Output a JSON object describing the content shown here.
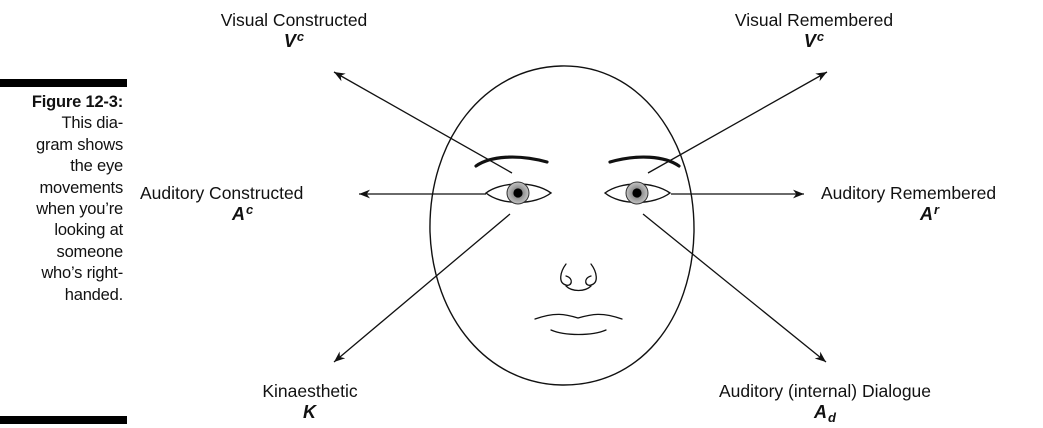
{
  "caption": {
    "title": "Figure 12-3:",
    "lines": [
      "This dia-",
      "gram shows",
      "the eye",
      "movements",
      "when you’re",
      "looking at",
      "someone",
      "who’s right-",
      "handed."
    ]
  },
  "labels": {
    "visual_constructed": {
      "name": "Visual Constructed",
      "symbol": "V",
      "modifier": "c",
      "modifier_type": "sup"
    },
    "visual_remembered": {
      "name": "Visual Remembered",
      "symbol": "V",
      "modifier": "c",
      "modifier_type": "sup"
    },
    "auditory_constructed": {
      "name": "Auditory Constructed",
      "symbol": "A",
      "modifier": "c",
      "modifier_type": "sup"
    },
    "auditory_remembered": {
      "name": "Auditory Remembered",
      "symbol": "A",
      "modifier": "r",
      "modifier_type": "sup"
    },
    "kinaesthetic": {
      "name": "Kinaesthetic",
      "symbol": "K",
      "modifier": "",
      "modifier_type": ""
    },
    "auditory_dialogue": {
      "name": "Auditory (internal) Dialogue",
      "symbol": "A",
      "modifier": "d",
      "modifier_type": "sub"
    }
  }
}
